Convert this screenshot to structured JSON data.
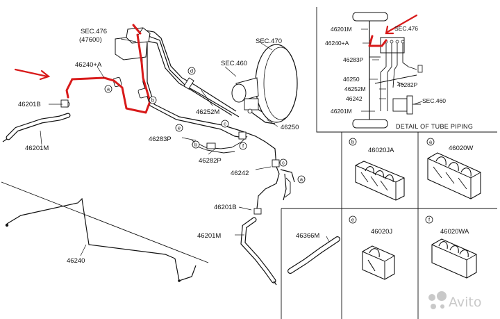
{
  "callouts": {
    "sec476": "SEC.476",
    "sec476_sub": "(47600)",
    "sec470": "SEC.470",
    "sec460": "SEC.460",
    "p46240a": "46240+A",
    "p46201b": "46201B",
    "p46201m": "46201M",
    "p46252m": "46252M",
    "p46250": "46250",
    "p46283p": "46283P",
    "p46282p": "46282P",
    "p46242": "46242",
    "p46201b_lower": "46201B",
    "p46201m_lower": "46201M",
    "p46240": "46240"
  },
  "detail": {
    "title": "DETAIL OF TUBE PIPING",
    "p46201m": "46201M",
    "p46240a": "46240+A",
    "sec476": "SEC.476",
    "p46283p": "46283P",
    "p46250": "46250",
    "p46252m": "46252M",
    "p46242": "46242",
    "p46201m_b": "46201M",
    "p46282p": "46282P",
    "sec460": "SEC.460"
  },
  "panels": {
    "b_letter": "b",
    "b_part": "46020JA",
    "a_letter": "a",
    "a_part": "46020W",
    "p46366m": "46366M",
    "e_letter": "e",
    "e_part": "46020J",
    "f_letter": "f",
    "f_part": "46020WA"
  },
  "refs": {
    "a": "a",
    "b": "b",
    "c": "c",
    "d": "d",
    "e": "e",
    "f": "f"
  },
  "watermark": "Avito",
  "colors": {
    "highlight": "#d81a1a",
    "line": "#111111",
    "watermark": "#c4c4c4"
  }
}
